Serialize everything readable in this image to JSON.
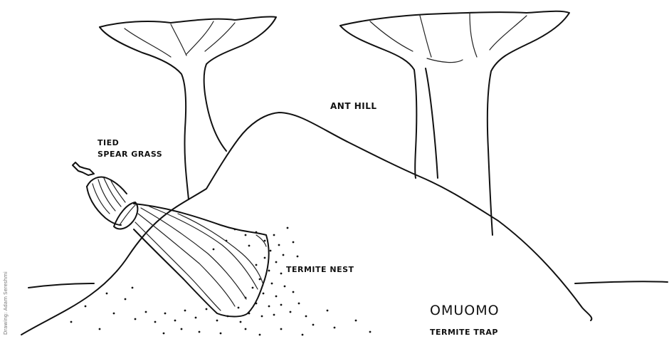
{
  "labels": {
    "ant_hill": "ANT HILL",
    "tied_line1": "TIED",
    "tied_line2": "SPEAR GRASS",
    "termite_nest": "TERMITE NEST",
    "trap_name": "OMUOMO",
    "trap_desc": "TERMITE TRAP"
  },
  "credit": "Drawing: Adam Sereshmi",
  "colors": {
    "ink": "#111111",
    "paper": "#ffffff"
  }
}
